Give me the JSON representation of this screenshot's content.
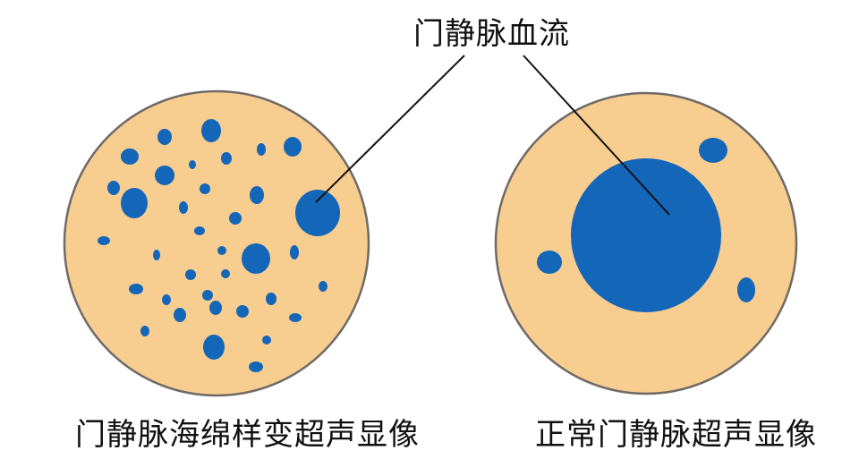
{
  "labels": {
    "callout": "门静脉血流",
    "left_caption": "门静脉海绵样变超声显像",
    "right_caption": "正常门静脉超声显像"
  },
  "colors": {
    "disc_fill": "#f8cd90",
    "disc_stroke": "#6e6a68",
    "vessel": "#1366b8",
    "pointer": "#111111",
    "text": "#111111"
  }
}
